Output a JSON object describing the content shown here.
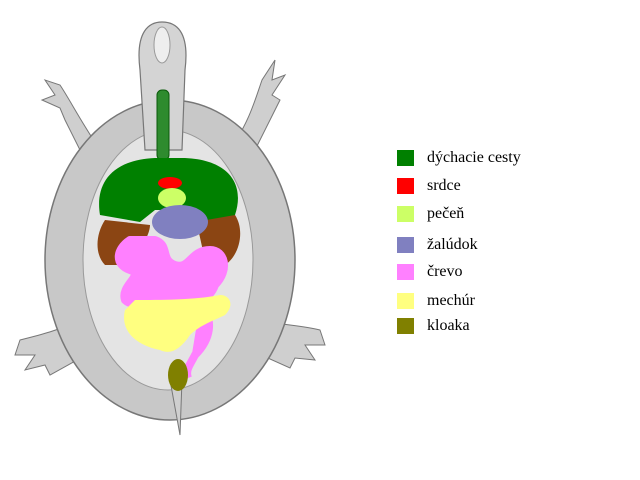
{
  "legend": [
    {
      "label": "dýchacie cesty",
      "color": "#008000"
    },
    {
      "label": "srdce",
      "color": "#ff0000"
    },
    {
      "label": "pečeň",
      "color": "#ccff66"
    },
    {
      "label": "žalúdok",
      "color": "#8080c0"
    },
    {
      "label": "črevo",
      "color": "#ff80ff"
    },
    {
      "label": "mechúr",
      "color": "#ffff80"
    },
    {
      "label": "kloaka",
      "color": "#808000"
    }
  ],
  "colors": {
    "shell": "#c8c8c8",
    "plastron": "#e4e4e4",
    "outline": "#777777",
    "brown_organ": "#8b4513"
  }
}
